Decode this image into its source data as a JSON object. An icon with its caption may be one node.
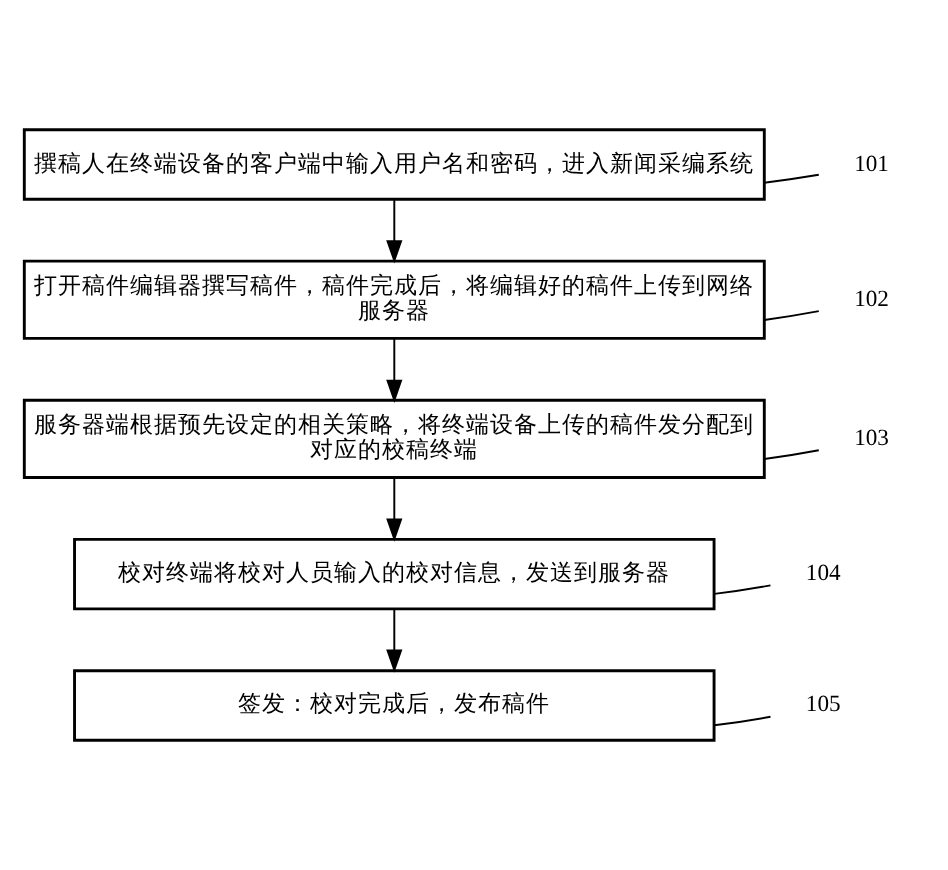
{
  "diagram": {
    "nodes": [
      {
        "text": [
          "撰稿人在终端设备的客户端中输入用户名和密码，进入新闻采编系统"
        ]
      },
      {
        "text": [
          "打开稿件编辑器撰写稿件，稿件完成后，将编辑好的稿件上传到网络服务器"
        ]
      },
      {
        "text": [
          "服务器端根据预先设定的相关策略，将终端设备上传的稿件发分配到对应的校稿终端"
        ]
      },
      {
        "text": [
          "校对终端将校对人员输入的校对信息，发送到服务器"
        ]
      },
      {
        "text": [
          "签发：校对完成后，发布稿件"
        ]
      },
      {
        "text": [
          "101"
        ]
      },
      {
        "text": [
          "102"
        ]
      },
      {
        "text": [
          "103"
        ]
      },
      {
        "text": [
          "104"
        ]
      },
      {
        "text": [
          "105"
        ]
      }
    ],
    "edges": [
      {
        "from": 0,
        "to": 1,
        "arrow": "to"
      },
      {
        "from": 1,
        "to": 2,
        "arrow": "to"
      },
      {
        "from": 2,
        "to": 3,
        "arrow": "to"
      },
      {
        "from": 3,
        "to": 4,
        "arrow": "to"
      },
      {
        "from": 5,
        "to": 0,
        "arrow": "none"
      },
      {
        "from": 6,
        "to": 1,
        "arrow": "none"
      },
      {
        "from": 7,
        "to": 2,
        "arrow": "none"
      },
      {
        "from": 8,
        "to": 3,
        "arrow": "none"
      },
      {
        "from": 9,
        "to": 4,
        "arrow": "none"
      }
    ]
  }
}
